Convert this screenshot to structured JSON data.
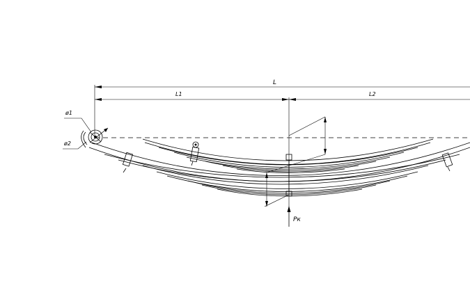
{
  "drawing": {
    "dim_total_label": "L",
    "dim_left_label": "L1",
    "dim_right_label": "L2",
    "eye_outer_label": "ø1",
    "eye_inner_label": "ø2",
    "load_label": "Pк"
  }
}
